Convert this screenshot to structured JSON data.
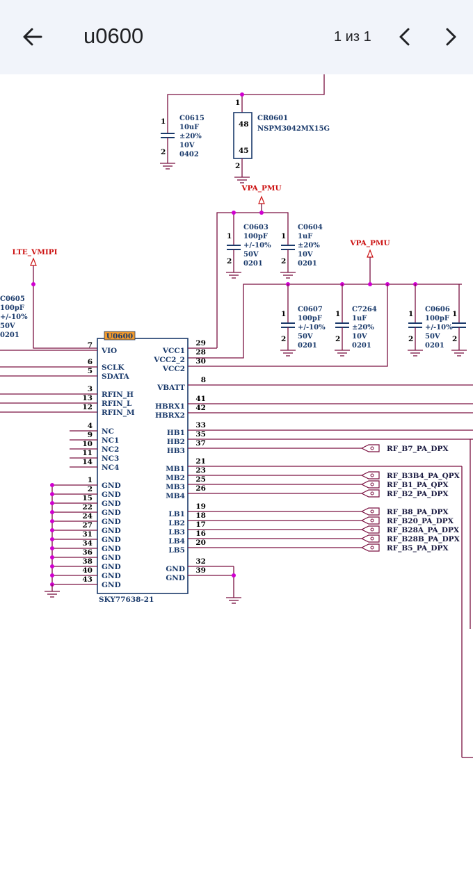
{
  "header": {
    "title": "u0600",
    "page_indicator": "1 из 1"
  },
  "icons": {
    "back": "arrow-left-icon",
    "prev": "chevron-left-icon",
    "next": "chevron-right-icon"
  },
  "colors": {
    "toolbar_bg": "#f1f4fa",
    "wire": "#7a1040",
    "junction": "#d000d0",
    "component": "#1a3a6b",
    "power_label": "#cc1111"
  },
  "schematic": {
    "chip": {
      "ref": "U0600",
      "part": "SKY77638-21",
      "left_pins": [
        {
          "num": "7",
          "name": "VIO"
        },
        {
          "num": "6",
          "name": "SCLK"
        },
        {
          "num": "5",
          "name": "SDATA"
        },
        {
          "num": "3",
          "name": "RFIN_H"
        },
        {
          "num": "13",
          "name": "RFIN_L"
        },
        {
          "num": "12",
          "name": "RFIN_M"
        },
        {
          "num": "4",
          "name": "NC"
        },
        {
          "num": "9",
          "name": "NC1"
        },
        {
          "num": "10",
          "name": "NC2"
        },
        {
          "num": "11",
          "name": "NC3"
        },
        {
          "num": "14",
          "name": "NC4"
        },
        {
          "num": "1",
          "name": "GND"
        },
        {
          "num": "2",
          "name": "GND"
        },
        {
          "num": "15",
          "name": "GND"
        },
        {
          "num": "22",
          "name": "GND"
        },
        {
          "num": "24",
          "name": "GND"
        },
        {
          "num": "27",
          "name": "GND"
        },
        {
          "num": "31",
          "name": "GND"
        },
        {
          "num": "34",
          "name": "GND"
        },
        {
          "num": "36",
          "name": "GND"
        },
        {
          "num": "38",
          "name": "GND"
        },
        {
          "num": "40",
          "name": "GND"
        },
        {
          "num": "43",
          "name": "GND"
        }
      ],
      "right_pins": [
        {
          "num": "29",
          "name": "VCC1"
        },
        {
          "num": "28",
          "name": "VCC2_2"
        },
        {
          "num": "30",
          "name": "VCC2"
        },
        {
          "num": "8",
          "name": "VBATT"
        },
        {
          "num": "41",
          "name": "HBRX1"
        },
        {
          "num": "42",
          "name": "HBRX2"
        },
        {
          "num": "33",
          "name": "HB1"
        },
        {
          "num": "35",
          "name": "HB2"
        },
        {
          "num": "37",
          "name": "HB3"
        },
        {
          "num": "21",
          "name": "MB1"
        },
        {
          "num": "23",
          "name": "MB2"
        },
        {
          "num": "25",
          "name": "MB3"
        },
        {
          "num": "26",
          "name": "MB4"
        },
        {
          "num": "19",
          "name": "LB1"
        },
        {
          "num": "18",
          "name": "LB2"
        },
        {
          "num": "17",
          "name": "LB3"
        },
        {
          "num": "16",
          "name": "LB4"
        },
        {
          "num": "20",
          "name": "LB5"
        },
        {
          "num": "32",
          "name": "GND"
        },
        {
          "num": "39",
          "name": "GND"
        }
      ]
    },
    "net_labels": [
      "RF_B7_PA_DPX",
      "RF_B3B4_PA_QPX",
      "RF_B1_PA_QPX",
      "RF_B2_PA_DPX",
      "RF_B8_PA_DPX",
      "RF_B20_PA_DPX",
      "RF_B28A_PA_DPX",
      "RF_B28B_PA_DPX",
      "RF_B5_PA_DPX"
    ],
    "power_nets": {
      "vpa_top": "VPA_PMU",
      "vpa_right": "VPA_PMU",
      "lte_vmipi": "LTE_VMIPI"
    },
    "components": {
      "c0615": [
        "C0615",
        "10uF",
        "±20%",
        "10V",
        "0402"
      ],
      "cr0601": [
        "CR0601",
        "NSPM3042MX15G"
      ],
      "cr0601_pins": [
        "48",
        "45"
      ],
      "c0603": [
        "C0603",
        "100pF",
        "+/-10%",
        "50V",
        "0201"
      ],
      "c0604": [
        "C0604",
        "1uF",
        "±20%",
        "10V",
        "0201"
      ],
      "c0605": [
        "C0605",
        "100pF",
        "+/-10%",
        "50V",
        "0201"
      ],
      "c0607": [
        "C0607",
        "100pF",
        "+/-10%",
        "50V",
        "0201"
      ],
      "c7264": [
        "C7264",
        "1uF",
        "±20%",
        "10V",
        "0201"
      ],
      "c0606": [
        "C0606",
        "100pF",
        "+/-10%",
        "50V",
        "0201"
      ]
    },
    "cap_pin_numbers": [
      "1",
      "2"
    ]
  }
}
